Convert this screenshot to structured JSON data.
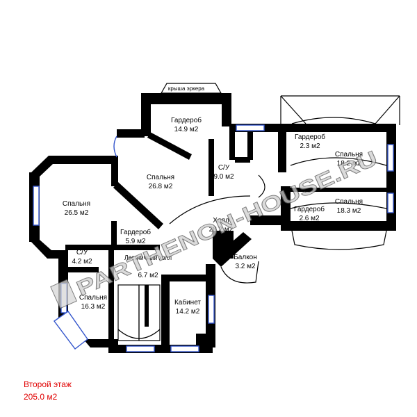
{
  "rooms": [
    {
      "name": "Гардероб",
      "area": "14.9 м2"
    },
    {
      "name": "Спальня",
      "area": "26.8 м2"
    },
    {
      "name": "С/У",
      "area": "9.0 м2"
    },
    {
      "name": "Спальня",
      "area": "26.5 м2"
    },
    {
      "name": "Гардероб",
      "area": "5.9 м2"
    },
    {
      "name": "С/У",
      "area": "4.2 м2"
    },
    {
      "name": "Лестничный холл",
      "area": "6.7 м2"
    },
    {
      "name": "Холл",
      "area": "28.2 м2"
    },
    {
      "name": "Балкон",
      "area": "3.2 м2"
    },
    {
      "name": "Спальня",
      "area": "16.3 м2"
    },
    {
      "name": "Кабинет",
      "area": "14.2 м2"
    },
    {
      "name": "Гардероб",
      "area": "2.3 м2"
    },
    {
      "name": "Спальня",
      "area": "18.2 м2"
    },
    {
      "name": "Гардероб",
      "area": "2.6 м2"
    },
    {
      "name": "Спальня",
      "area": "18.3 м2"
    }
  ],
  "roof_label": "крыша эркера",
  "floor": {
    "title": "Второй этаж",
    "area": "205.0 м2"
  },
  "watermark": "PARTHENON-HOUSE.RU",
  "colors": {
    "walls": "#000000",
    "windows": "#3355cc",
    "caption": "#e00000"
  }
}
